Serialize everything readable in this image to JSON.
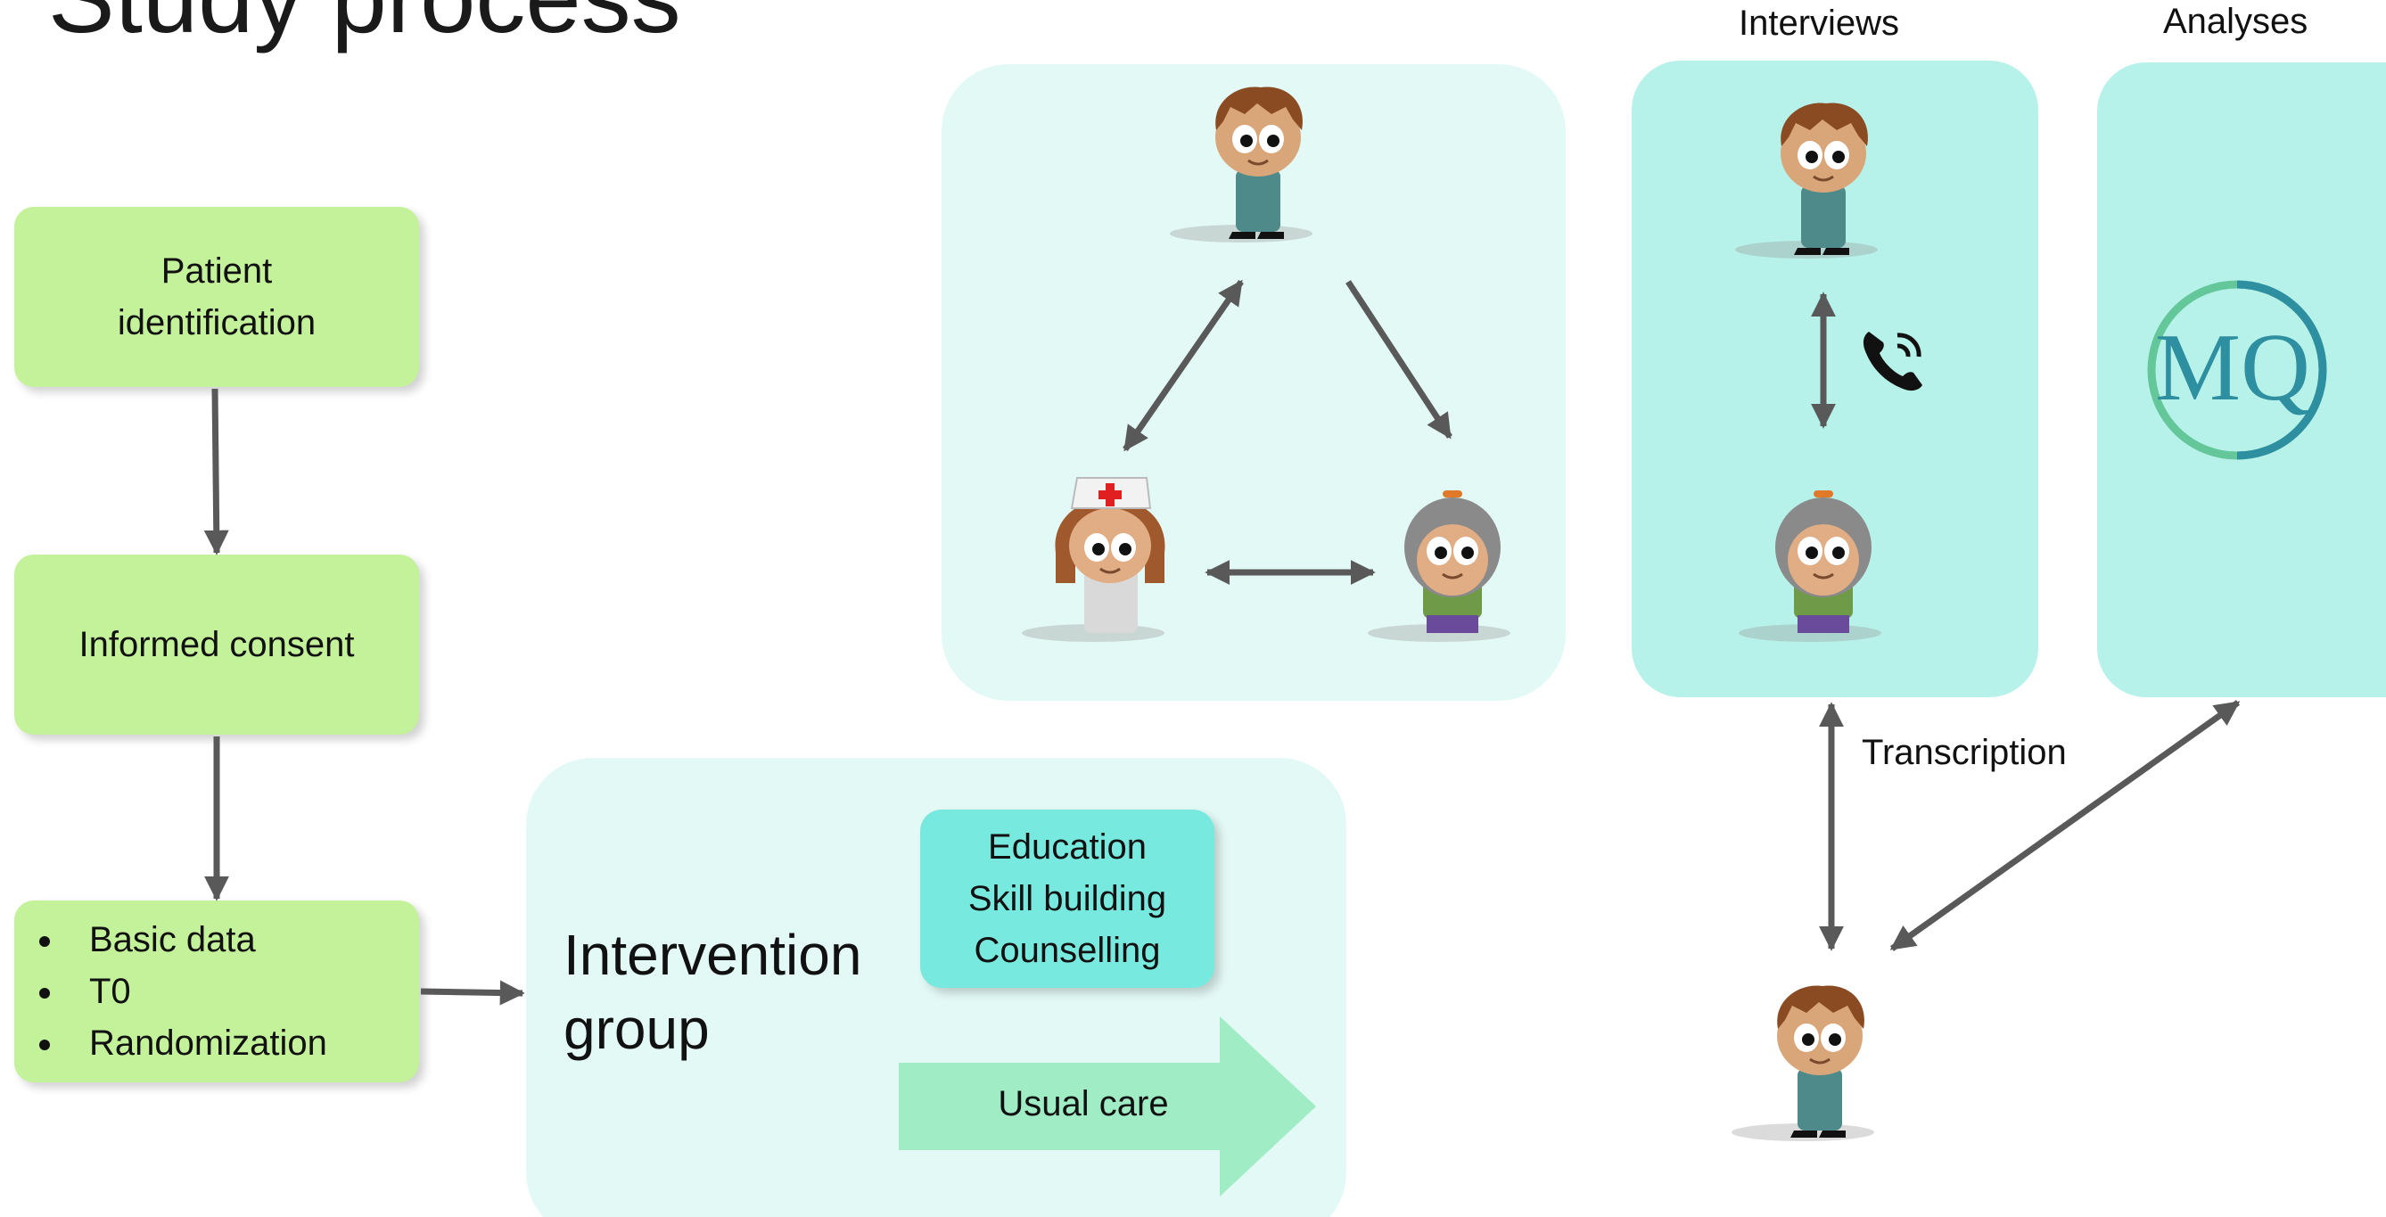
{
  "title": "Study process",
  "steps": {
    "identification": [
      "Patient",
      "identification"
    ],
    "consent": "Informed consent",
    "baseline_items": [
      "Basic data",
      "T0",
      "Randomization"
    ]
  },
  "intervention": {
    "label": [
      "Intervention",
      "group"
    ],
    "components": [
      "Education",
      "Skill building",
      "Counselling"
    ],
    "usual_care": "Usual care"
  },
  "interviews": {
    "header": "Interviews",
    "transcription": "Transcription"
  },
  "analyses": {
    "header": "Analyses",
    "logo_letters": "MQ"
  },
  "icons": {
    "phone": "phone-icon",
    "logo": "maxqda-logo-icon"
  },
  "colors": {
    "step_fill": "#c4f29a",
    "panel_light": "#e3f9f5",
    "panel_mid": "#b7f2ea",
    "edu_fill": "#78e9df",
    "usual_fill": "#a0ecc4",
    "arrow": "#595959"
  }
}
